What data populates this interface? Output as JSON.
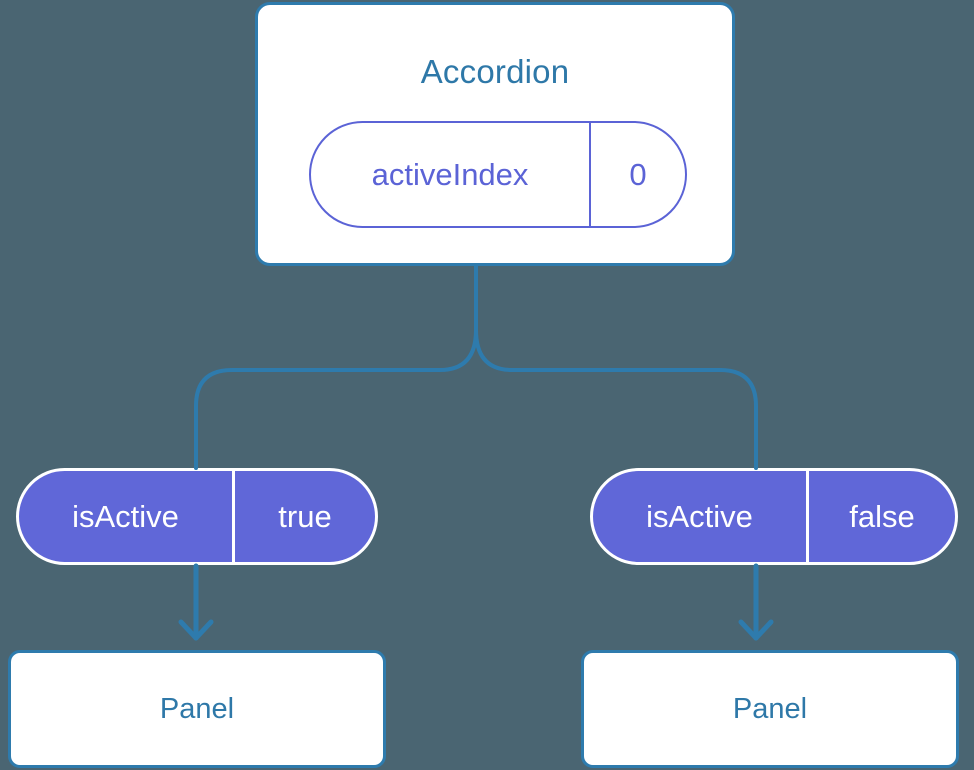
{
  "diagram": {
    "background_color": "#4a6572",
    "accent_blue": "#2e7bad",
    "accent_purple": "#6067d8",
    "title_text_color": "#2e78a8",
    "root": {
      "name": "accordion-card",
      "title": "Accordion",
      "prop": {
        "name": "activeIndex",
        "value": "0",
        "style": "outlined"
      }
    },
    "branches": [
      {
        "side": "left",
        "prop": {
          "name": "isActive",
          "value": "true",
          "style": "filled"
        },
        "child": {
          "label": "Panel"
        }
      },
      {
        "side": "right",
        "prop": {
          "name": "isActive",
          "value": "false",
          "style": "filled"
        },
        "child": {
          "label": "Panel"
        }
      }
    ],
    "connectors": {
      "fork_icon": "tree-fork-connector",
      "arrow_icon": "arrow-down-icon"
    }
  }
}
